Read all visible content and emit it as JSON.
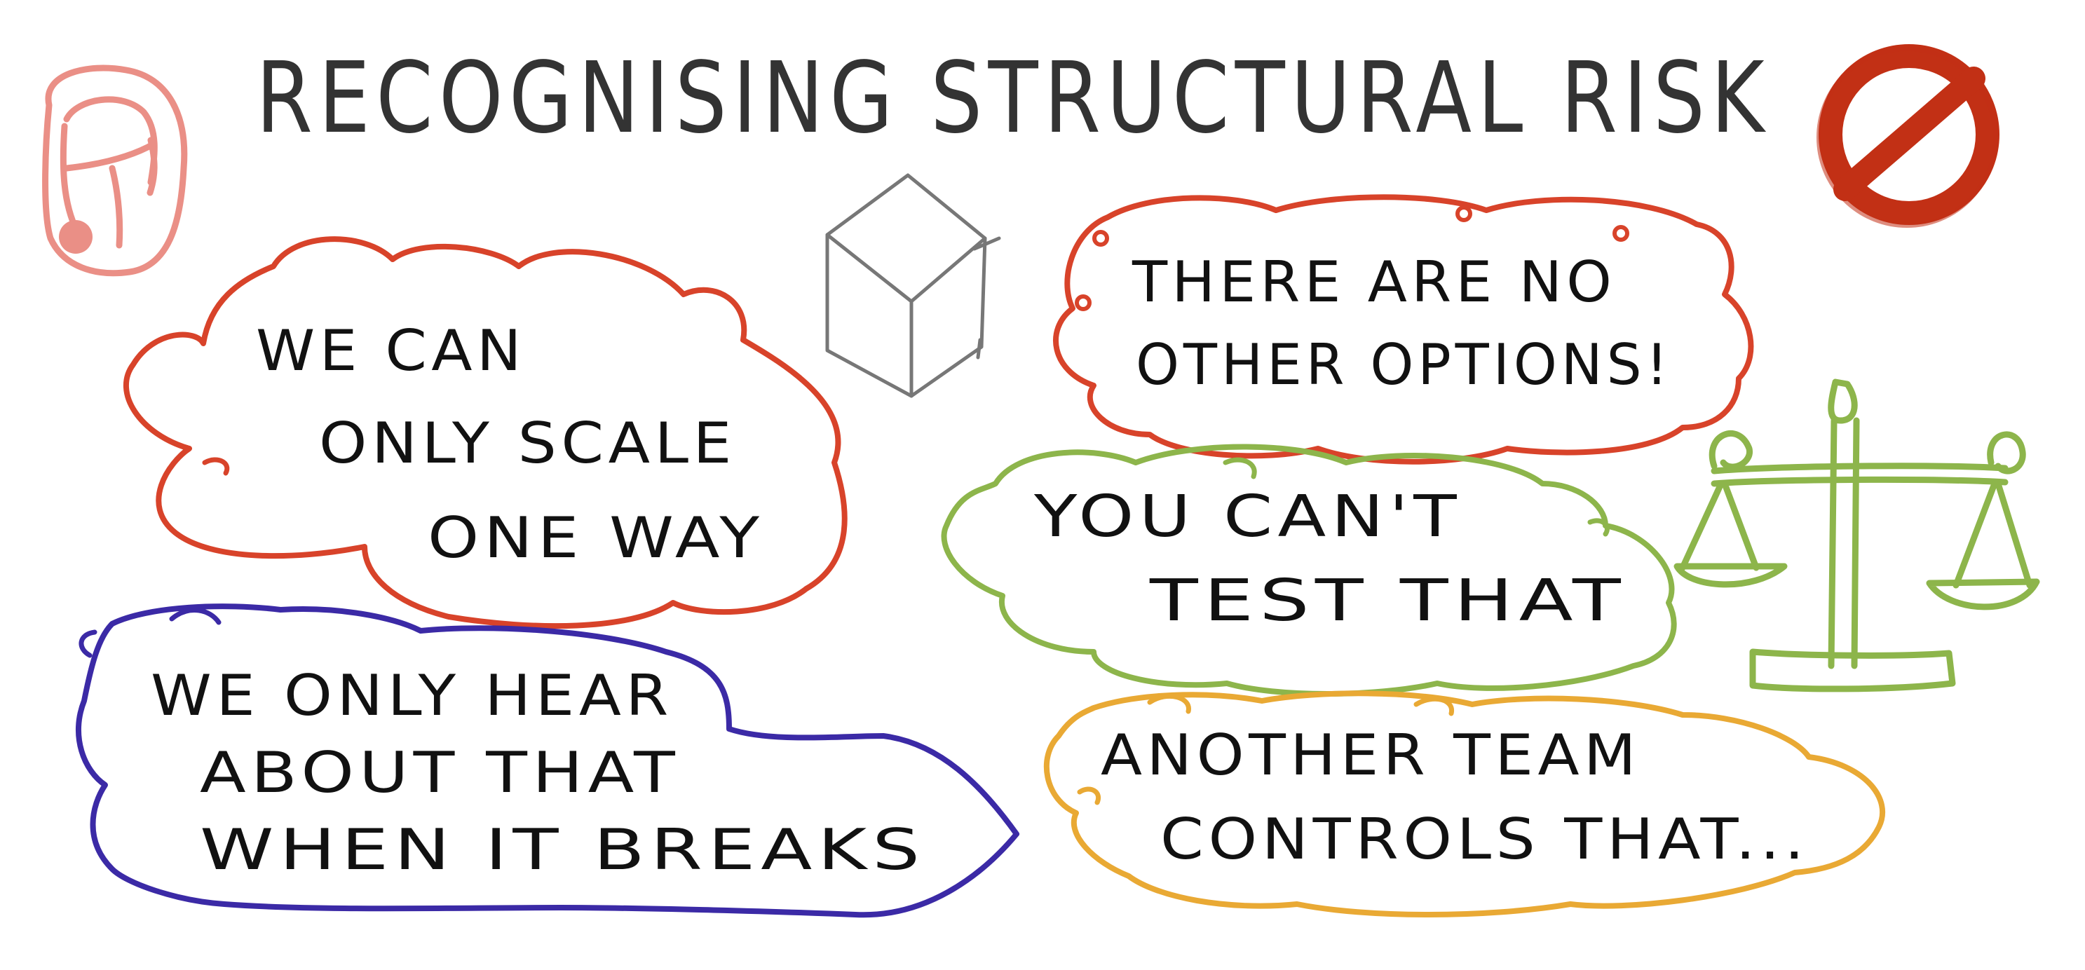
{
  "title": "RECOGNISING STRUCTURAL RISK",
  "colors": {
    "title": "#333333",
    "red": "#d8432a",
    "blue": "#3b2aa6",
    "green": "#8db54b",
    "orange": "#e9a934",
    "pink": "#ea8f86",
    "stop": "#c23015",
    "cube": "#777777",
    "text": "#111111"
  },
  "icons": [
    "headset-person-icon",
    "no-entry-icon",
    "cube-icon",
    "balance-scale-icon"
  ],
  "bubbles": [
    {
      "id": "scale",
      "color": "red",
      "lines": [
        "WE CAN",
        "ONLY SCALE",
        "ONE WAY"
      ]
    },
    {
      "id": "options",
      "color": "red",
      "lines": [
        "THERE ARE NO",
        "OTHER OPTIONS!"
      ]
    },
    {
      "id": "test",
      "color": "green",
      "lines": [
        "YOU  CAN'T",
        "TEST  THAT"
      ]
    },
    {
      "id": "hear",
      "color": "blue",
      "lines": [
        "WE ONLY HEAR",
        "ABOUT  THAT",
        "WHEN  IT  BREAKS"
      ]
    },
    {
      "id": "team",
      "color": "orange",
      "lines": [
        "ANOTHER TEAM",
        "CONTROLS THAT..."
      ]
    }
  ]
}
